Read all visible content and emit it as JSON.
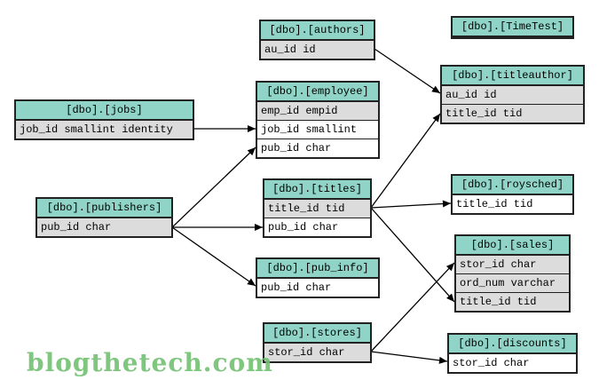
{
  "tables": {
    "authors": {
      "title": "[dbo].[authors]",
      "rows": [
        {
          "text": "au_id id",
          "pk": true
        }
      ]
    },
    "timetest": {
      "title": "[dbo].[TimeTest]",
      "rows": []
    },
    "titleauthor": {
      "title": "[dbo].[titleauthor]",
      "rows": [
        {
          "text": "au_id id",
          "pk": true
        },
        {
          "text": "title_id tid",
          "pk": true
        }
      ]
    },
    "jobs": {
      "title": "[dbo].[jobs]",
      "rows": [
        {
          "text": "job_id smallint identity",
          "pk": true
        }
      ]
    },
    "employee": {
      "title": "[dbo].[employee]",
      "rows": [
        {
          "text": "emp_id empid",
          "pk": true
        },
        {
          "text": "job_id smallint",
          "pk": false
        },
        {
          "text": "pub_id char",
          "pk": false
        }
      ]
    },
    "publishers": {
      "title": "[dbo].[publishers]",
      "rows": [
        {
          "text": "pub_id char",
          "pk": true
        }
      ]
    },
    "titles": {
      "title": "[dbo].[titles]",
      "rows": [
        {
          "text": "title_id tid",
          "pk": true
        },
        {
          "text": "pub_id char",
          "pk": false
        }
      ]
    },
    "roysched": {
      "title": "[dbo].[roysched]",
      "rows": [
        {
          "text": "title_id tid",
          "pk": false
        }
      ]
    },
    "pub_info": {
      "title": "[dbo].[pub_info]",
      "rows": [
        {
          "text": "pub_id char",
          "pk": false
        }
      ]
    },
    "sales": {
      "title": "[dbo].[sales]",
      "rows": [
        {
          "text": "stor_id char",
          "pk": true
        },
        {
          "text": "ord_num varchar",
          "pk": true
        },
        {
          "text": "title_id tid",
          "pk": true
        }
      ]
    },
    "stores": {
      "title": "[dbo].[stores]",
      "rows": [
        {
          "text": "stor_id char",
          "pk": true
        }
      ]
    },
    "discounts": {
      "title": "[dbo].[discounts]",
      "rows": [
        {
          "text": "stor_id char",
          "pk": false
        }
      ]
    }
  },
  "watermark": "blogthetech.com",
  "colors": {
    "header": "#8fd4c6",
    "key_row": "#dcdcdc"
  }
}
